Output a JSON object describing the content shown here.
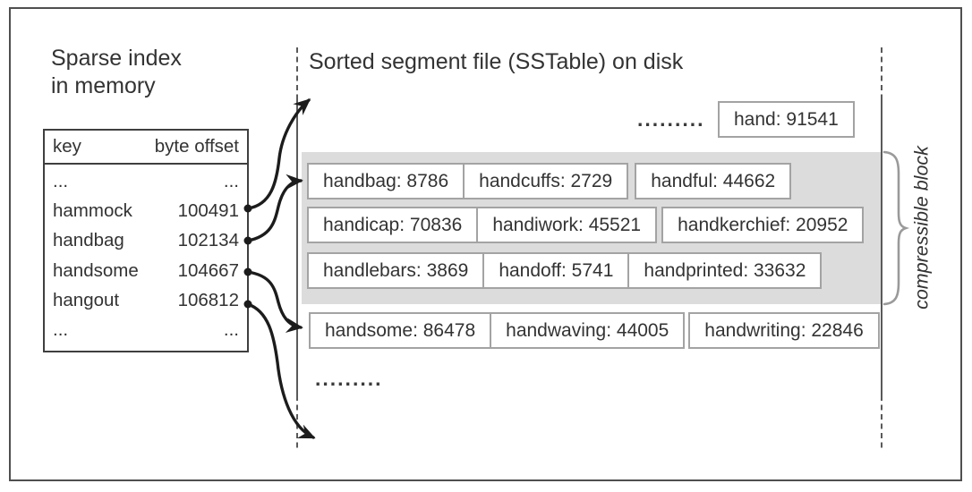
{
  "titles": {
    "left_line1": "Sparse index",
    "left_line2": "in memory",
    "right": "Sorted segment file (SSTable) on disk"
  },
  "sparse_index": {
    "headers": [
      "key",
      "byte offset"
    ],
    "rows": [
      {
        "key": "...",
        "offset": "..."
      },
      {
        "key": "hammock",
        "offset": "100491"
      },
      {
        "key": "handbag",
        "offset": "102134"
      },
      {
        "key": "handsome",
        "offset": "104667"
      },
      {
        "key": "hangout",
        "offset": "106812"
      },
      {
        "key": "...",
        "offset": "..."
      }
    ]
  },
  "sstable": {
    "dots_top": ".........",
    "isolated_entry": "hand: 91541",
    "block_rows": [
      [
        "handbag: 8786",
        "handcuffs: 2729",
        "handful: 44662"
      ],
      [
        "handicap: 70836",
        "handiwork: 45521",
        "handkerchief: 20952"
      ],
      [
        "handlebars: 3869",
        "handoff: 5741",
        "handprinted: 33632"
      ]
    ],
    "after_block_row": [
      "handsome: 86478",
      "handwaving: 44005",
      "handwriting: 22846"
    ],
    "dots_bottom": "........."
  },
  "annotations": {
    "compressible": "compressible block"
  },
  "colors": {
    "text": "#333333",
    "figure_border": "#4f4f4f",
    "table_border": "#3f3f3f",
    "entry_box_border": "#a3a3a3",
    "compressible_block_fill": "#dcdcdc",
    "arrow": "#1c1c1c",
    "boundary_line": "#5a5a5a",
    "brace": "#9a9a9a"
  }
}
